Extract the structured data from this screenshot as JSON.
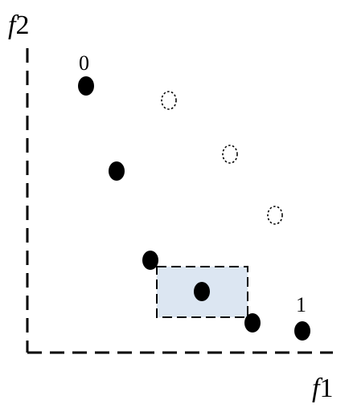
{
  "axes": {
    "y_label_var": "f",
    "y_label_idx": "2",
    "x_label_var": "f",
    "x_label_idx": "1"
  },
  "point_labels": {
    "first": "0",
    "last": "1"
  },
  "points": {
    "solid": [
      {
        "f1": 107,
        "f2": 107
      },
      {
        "f1": 145,
        "f2": 213
      },
      {
        "f1": 187,
        "f2": 324
      },
      {
        "f1": 251,
        "f2": 363
      },
      {
        "f1": 314,
        "f2": 402
      },
      {
        "f1": 376,
        "f2": 412
      }
    ],
    "dotted": [
      {
        "f1": 210,
        "f2": 125
      },
      {
        "f1": 286,
        "f2": 192
      },
      {
        "f1": 342,
        "f2": 268
      }
    ]
  },
  "colors": {
    "box_fill": "#dce6f2",
    "ink": "#000000"
  }
}
